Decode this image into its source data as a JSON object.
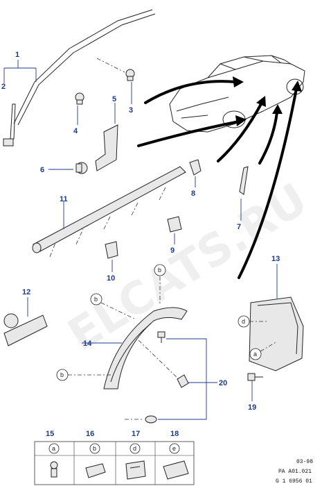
{
  "watermark": "ELCATS.RU",
  "callouts": [
    "1",
    "2",
    "3",
    "4",
    "5",
    "6",
    "7",
    "8",
    "9",
    "10",
    "11",
    "12",
    "13",
    "14",
    "15",
    "16",
    "17",
    "18",
    "19",
    "20"
  ],
  "reference_letters": {
    "a": "a",
    "b": "b",
    "d": "d",
    "e": "e"
  },
  "legend": {
    "items": [
      {
        "number": "15",
        "letter": "a"
      },
      {
        "number": "16",
        "letter": "b"
      },
      {
        "number": "17",
        "letter": "d"
      },
      {
        "number": "18",
        "letter": "e"
      }
    ]
  },
  "footer": {
    "date": "03-98",
    "code1": "PA A01.021",
    "code2": "G 1 6956 01"
  },
  "colors": {
    "callout": "#1a3a8a",
    "line": "#222222"
  }
}
